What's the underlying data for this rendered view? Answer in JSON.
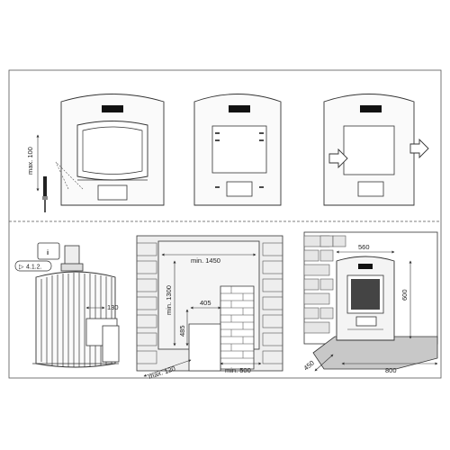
{
  "step1": {
    "max_label": "max. 100"
  },
  "step2": {},
  "step3": {},
  "stove": {
    "ref_label": "4.1.2.",
    "dim_130": "130"
  },
  "wall": {
    "min_width": "min. 1450",
    "min_height": "min. 1300",
    "dim_405": "405",
    "dim_485": "485",
    "max_depth": "max. 120",
    "min_500": "min. 500"
  },
  "installed": {
    "width": "560",
    "height": "600",
    "depth": "450",
    "floor_width": "800"
  },
  "colors": {
    "line": "#333333",
    "brick": "#d8d8d8",
    "panel": "#f2f2f2",
    "floor": "#c8c8c8"
  }
}
